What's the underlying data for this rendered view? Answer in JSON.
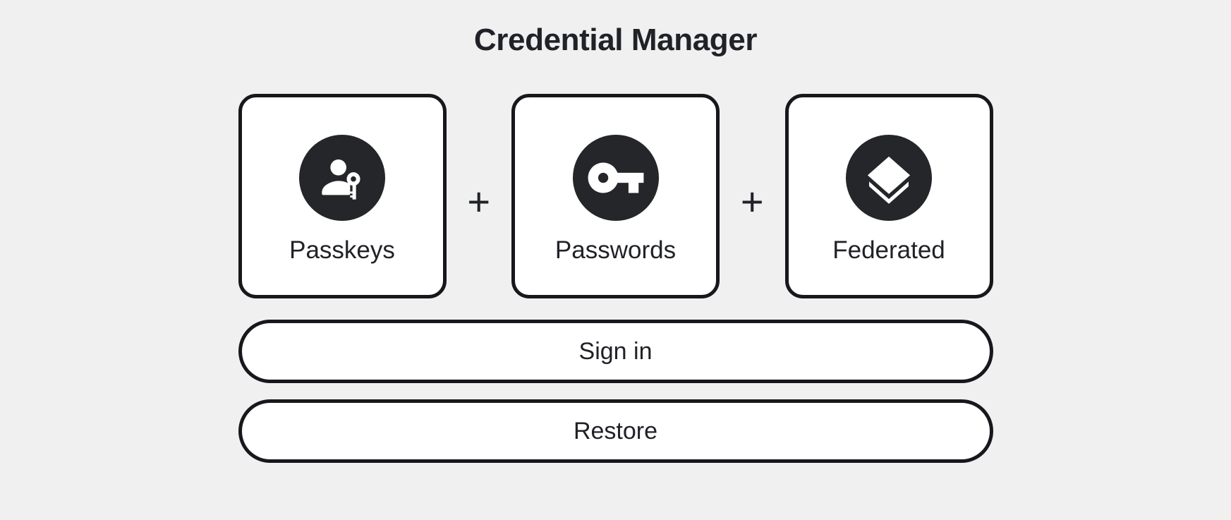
{
  "title": "Credential Manager",
  "plus_separator": "+",
  "colors": {
    "background": "#f0f0f1",
    "ink": "#202227",
    "card_background": "#ffffff",
    "card_border": "#17181b",
    "icon_circle": "#242629",
    "icon_glyph": "#ffffff"
  },
  "cards": [
    {
      "label": "Passkeys",
      "icon": "passkey-icon"
    },
    {
      "label": "Passwords",
      "icon": "key-icon"
    },
    {
      "label": "Federated",
      "icon": "layers-icon"
    }
  ],
  "buttons": {
    "sign_in": "Sign in",
    "restore": "Restore"
  }
}
